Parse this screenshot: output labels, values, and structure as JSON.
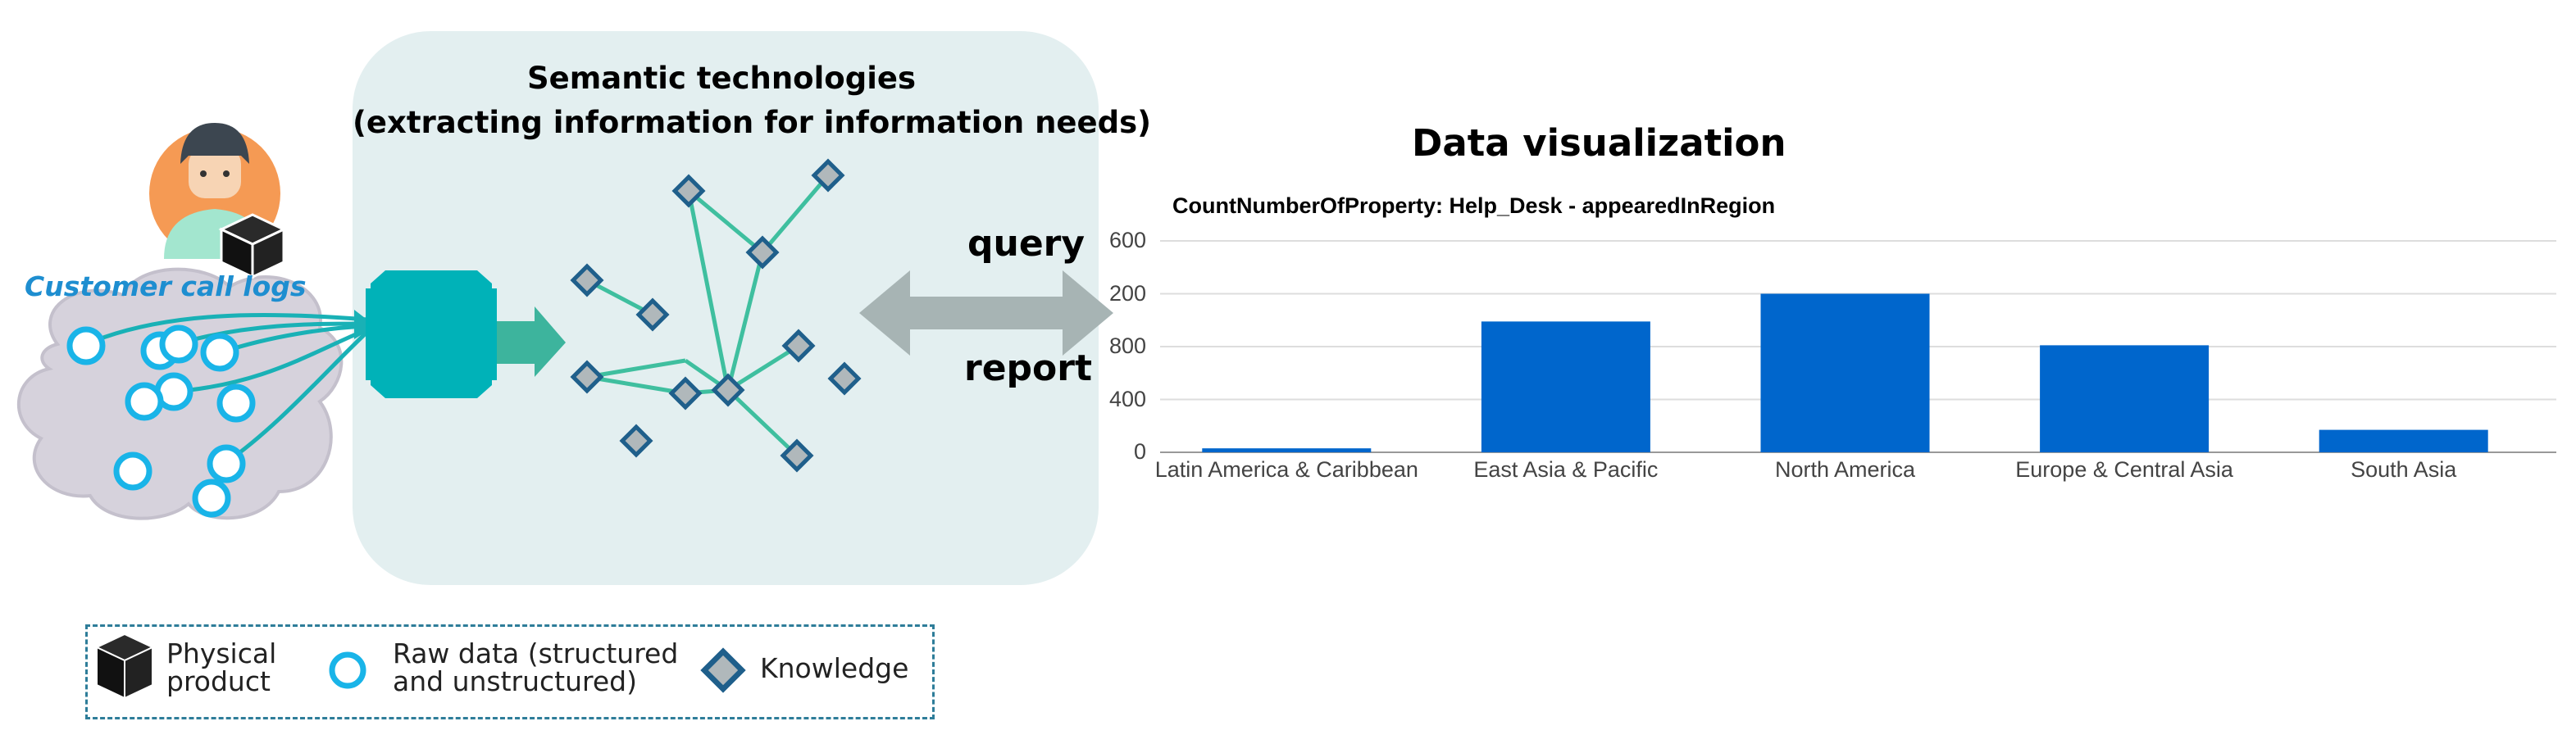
{
  "semantic_box": {
    "title_line1": "Semantic technologies",
    "title_line2": "(extracting information for information needs)"
  },
  "source": {
    "label": "Customer call logs"
  },
  "arrow_labels": {
    "query": "query",
    "report": "report"
  },
  "chart_section": {
    "heading": "Data visualization"
  },
  "chart_data": {
    "type": "bar",
    "title": "CountNumberOfProperty: Help_Desk - appearedInRegion",
    "categories": [
      "Latin America & Caribbean",
      "East Asia & Pacific",
      "North America",
      "Europe & Central Asia",
      "South Asia"
    ],
    "values": [
      30,
      990,
      1200,
      810,
      170
    ],
    "ytick_labels": [
      "600",
      "200",
      "800",
      "400",
      "0"
    ],
    "ylim": [
      0,
      1600
    ],
    "bar_color": "#0066cc",
    "grid": true
  },
  "legend": {
    "physical_product": "Physical product",
    "raw_data": "Raw data (structured and unstructured)",
    "knowledge": "Knowledge"
  },
  "colors": {
    "semantic_box_fill": "#e3eff0",
    "teal": "#00b2b8",
    "knowledge_line": "#3fbf9f",
    "raw_data_circle": "#19b4e8",
    "cloud_fill": "#d6d2dc",
    "gray_arrow": "#a7b4b4"
  }
}
